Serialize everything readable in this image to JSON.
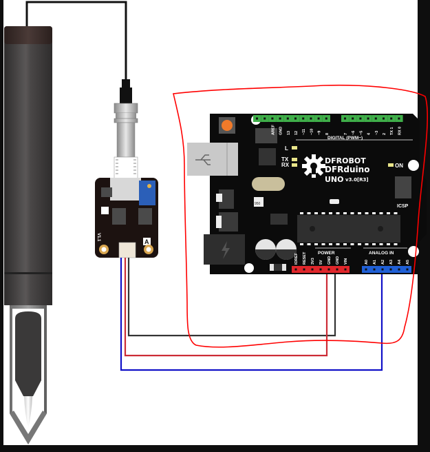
{
  "colors": {
    "frame": "#0e0e0e",
    "background": "#ffffff",
    "board": "#0b0b0b",
    "header_digital": "#3fae49",
    "header_power": "#e0262b",
    "header_analog": "#1f5fd6",
    "wire_ground": "#333333",
    "wire_power": "#cc2b35",
    "wire_signal": "#1010c8",
    "annotation": "#ff0000",
    "reset_button": "#f07a2a"
  },
  "board": {
    "brand_line1": "DFROBOT",
    "brand_line2": "DFRduino",
    "model": "UNO",
    "version": "v3.0[R3]",
    "on_label": "ON",
    "icsp_label": "ICSP",
    "led_l": "L",
    "led_tx": "TX",
    "led_rx": "RX",
    "chip_mark": "950",
    "digital_title": "DIGITAL (PWM~)",
    "digital_pins": [
      "AREF",
      "GND",
      "13",
      "12",
      "~11",
      "~10",
      "~9",
      "8",
      "7",
      "~6",
      "~5",
      "4",
      "~3",
      "2",
      "TX 1",
      "RX 0"
    ],
    "power_title": "POWER",
    "power_pins": [
      "IOREF",
      "RESET",
      "3V3",
      "5V",
      "GND",
      "GND",
      "VIN"
    ],
    "analog_title": "ANALOG IN",
    "analog_pins": [
      "A0",
      "A1",
      "A2",
      "A3",
      "A4",
      "A5"
    ]
  },
  "sensor_module": {
    "label": "V1.1",
    "marker": "A"
  },
  "wiring": [
    {
      "name": "ground",
      "from": "module",
      "to": "GND"
    },
    {
      "name": "power",
      "from": "module",
      "to": "5V"
    },
    {
      "name": "signal",
      "from": "module",
      "to": "A2"
    }
  ],
  "icons": {
    "usb": "usb-icon",
    "power_jack": "lightning-icon",
    "gear_logo": "gear-icon"
  }
}
